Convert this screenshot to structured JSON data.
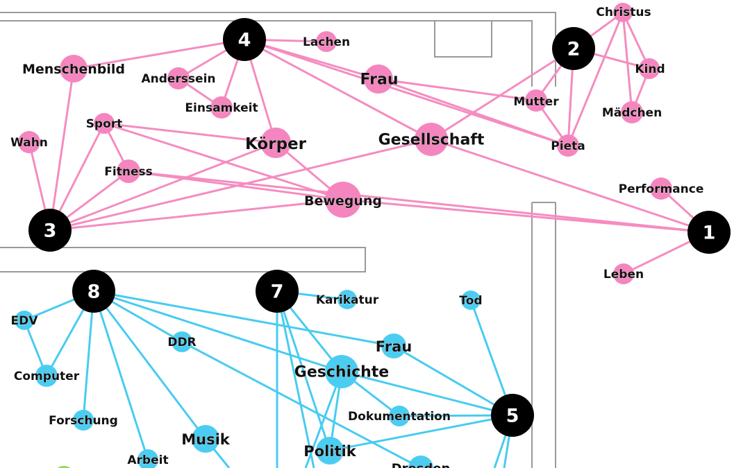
{
  "colors": {
    "pink": "#f58cc0",
    "pink_node": "#f585be",
    "cyan": "#47ccf0",
    "cyan_node": "#4bcdf2",
    "hub": "#000000",
    "wall": "#999999",
    "green": "#8dde4a"
  },
  "hubs": [
    {
      "id": "h1",
      "label": "1"
    },
    {
      "id": "h2",
      "label": "2"
    },
    {
      "id": "h3",
      "label": "3"
    },
    {
      "id": "h4",
      "label": "4"
    },
    {
      "id": "h5",
      "label": "5"
    },
    {
      "id": "h7",
      "label": "7"
    },
    {
      "id": "h8",
      "label": "8"
    }
  ],
  "pink_nodes": [
    {
      "id": "christus",
      "label": "Christus"
    },
    {
      "id": "kind",
      "label": "Kind"
    },
    {
      "id": "maedchen",
      "label": "Mädchen"
    },
    {
      "id": "mutter",
      "label": "Mutter"
    },
    {
      "id": "pieta",
      "label": "Pieta"
    },
    {
      "id": "lachen",
      "label": "Lachen"
    },
    {
      "id": "frau_p",
      "label": "Frau"
    },
    {
      "id": "menschenbild",
      "label": "Menschenbild"
    },
    {
      "id": "anderssein",
      "label": "Anderssein"
    },
    {
      "id": "einsamkeit",
      "label": "Einsamkeit"
    },
    {
      "id": "wahn",
      "label": "Wahn"
    },
    {
      "id": "sport",
      "label": "Sport"
    },
    {
      "id": "fitness",
      "label": "Fitness"
    },
    {
      "id": "koerper",
      "label": "Körper"
    },
    {
      "id": "gesellschaft",
      "label": "Gesellschaft"
    },
    {
      "id": "bewegung",
      "label": "Bewegung"
    },
    {
      "id": "performance",
      "label": "Performance"
    },
    {
      "id": "leben",
      "label": "Leben"
    }
  ],
  "cyan_nodes": [
    {
      "id": "edv",
      "label": "EDV"
    },
    {
      "id": "computer",
      "label": "Computer"
    },
    {
      "id": "forschung",
      "label": "Forschung"
    },
    {
      "id": "arbeit",
      "label": "Arbeit"
    },
    {
      "id": "musik",
      "label": "Musik"
    },
    {
      "id": "ddr",
      "label": "DDR"
    },
    {
      "id": "karikatur",
      "label": "Karikatur"
    },
    {
      "id": "tod",
      "label": "Tod"
    },
    {
      "id": "frau_c",
      "label": "Frau"
    },
    {
      "id": "geschichte",
      "label": "Geschichte"
    },
    {
      "id": "dokumentation",
      "label": "Dokumentation"
    },
    {
      "id": "politik",
      "label": "Politik"
    },
    {
      "id": "dresden",
      "label": "Dresden"
    }
  ],
  "edges_pink": [
    [
      "h4",
      "menschenbild"
    ],
    [
      "h4",
      "anderssein"
    ],
    [
      "h4",
      "einsamkeit"
    ],
    [
      "h4",
      "lachen"
    ],
    [
      "h4",
      "frau_p"
    ],
    [
      "h4",
      "koerper"
    ],
    [
      "h4",
      "gesellschaft"
    ],
    [
      "h4",
      "pieta"
    ],
    [
      "anderssein",
      "einsamkeit"
    ],
    [
      "h2",
      "christus"
    ],
    [
      "h2",
      "kind"
    ],
    [
      "h2",
      "mutter"
    ],
    [
      "h2",
      "pieta"
    ],
    [
      "h2",
      "gesellschaft"
    ],
    [
      "christus",
      "kind"
    ],
    [
      "christus",
      "maedchen"
    ],
    [
      "christus",
      "pieta"
    ],
    [
      "kind",
      "maedchen"
    ],
    [
      "mutter",
      "pieta"
    ],
    [
      "frau_p",
      "mutter"
    ],
    [
      "frau_p",
      "pieta"
    ],
    [
      "h3",
      "menschenbild"
    ],
    [
      "h3",
      "wahn"
    ],
    [
      "h3",
      "sport"
    ],
    [
      "h3",
      "fitness"
    ],
    [
      "h3",
      "koerper"
    ],
    [
      "h3",
      "gesellschaft"
    ],
    [
      "h3",
      "bewegung"
    ],
    [
      "sport",
      "fitness"
    ],
    [
      "sport",
      "koerper"
    ],
    [
      "sport",
      "bewegung"
    ],
    [
      "fitness",
      "bewegung"
    ],
    [
      "koerper",
      "bewegung"
    ],
    [
      "h1",
      "performance"
    ],
    [
      "h1",
      "leben"
    ],
    [
      "h1",
      "gesellschaft"
    ],
    [
      "h1",
      "bewegung"
    ],
    [
      "h1",
      "fitness"
    ]
  ],
  "edges_cyan": [
    [
      "h8",
      "edv"
    ],
    [
      "h8",
      "computer"
    ],
    [
      "edv",
      "computer"
    ],
    [
      "h8",
      "forschung"
    ],
    [
      "h8",
      "arbeit"
    ],
    [
      "h8",
      "musik"
    ],
    [
      "h8",
      "ddr"
    ],
    [
      "h8",
      "frau_c"
    ],
    [
      "h8",
      "geschichte"
    ],
    [
      "ddr",
      "dresden"
    ],
    [
      "h7",
      "karikatur"
    ],
    [
      "h7",
      "geschichte"
    ],
    [
      "h7",
      "politik"
    ],
    [
      "h5",
      "tod"
    ],
    [
      "h5",
      "frau_c"
    ],
    [
      "h5",
      "geschichte"
    ],
    [
      "h5",
      "dokumentation"
    ],
    [
      "h5",
      "politik"
    ],
    [
      "geschichte",
      "dokumentation"
    ],
    [
      "geschichte",
      "politik"
    ]
  ]
}
